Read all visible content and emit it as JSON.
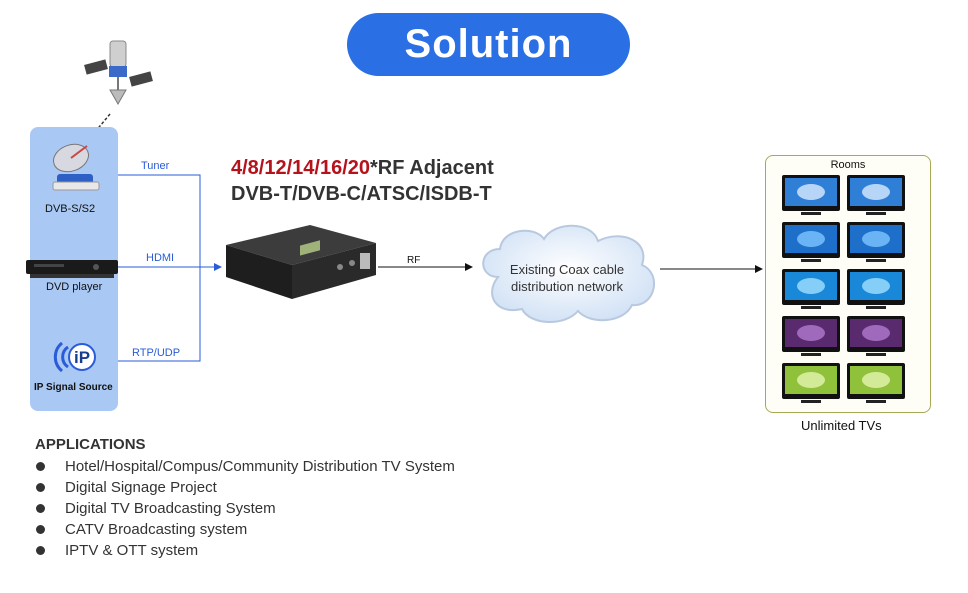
{
  "title": "Solution",
  "sources": [
    {
      "name": "DVB-S/S2",
      "icon": "satellite-dish-icon",
      "connection": "Tuner"
    },
    {
      "name": "DVD player",
      "icon": "dvd-player-icon",
      "connection": "HDMI"
    },
    {
      "name": "IP Signal Source",
      "icon": "ip-signal-icon",
      "connection": "RTP/UDP"
    }
  ],
  "headline": {
    "red_part": "4/8/12/14/16/20",
    "rest_part": "*RF Adjacent",
    "line2": "DVB-T/DVB-C/ATSC/ISDB-T"
  },
  "rf_label": "RF",
  "cloud": {
    "line1": "Existing Coax cable",
    "line2": "distribution network"
  },
  "rooms": {
    "title": "Rooms",
    "footer": "Unlimited TVs"
  },
  "applications": {
    "heading": "APPLICATIONS",
    "items": [
      "Hotel/Hospital/Compus/Community Distribution TV System",
      "Digital Signage Project",
      "Digital TV Broadcasting System",
      "CATV Broadcasting system",
      "IPTV & OTT system"
    ]
  },
  "colors": {
    "title_bg": "#2a6fe3",
    "panel_bg": "#a9c8f3",
    "connector": "#2a5bd8",
    "accent_red": "#b5121b"
  }
}
